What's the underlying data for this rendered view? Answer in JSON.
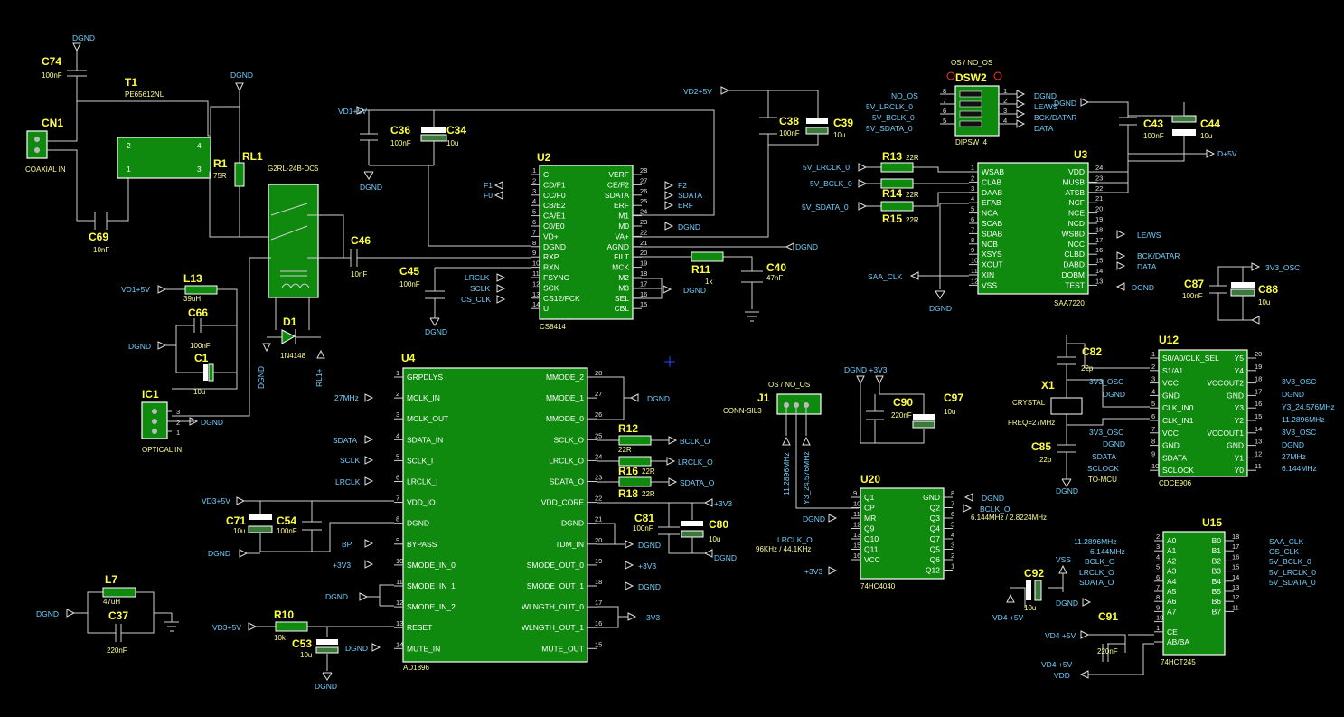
{
  "cs8414": {
    "ref": "U2",
    "part": "CS8414",
    "left_pins": [
      [
        "C",
        "1"
      ],
      [
        "CD/F1",
        "2"
      ],
      [
        "CC/F0",
        "3"
      ],
      [
        "CB/E2",
        "4"
      ],
      [
        "CA/E1",
        "5"
      ],
      [
        "C0/E0",
        "6"
      ],
      [
        "VD+",
        "7"
      ],
      [
        "DGND",
        "8"
      ],
      [
        "RXP",
        "9"
      ],
      [
        "RXN",
        "10"
      ],
      [
        "FSYNC",
        "11"
      ],
      [
        "SCK",
        "12"
      ],
      [
        "CS12/FCK",
        "13"
      ],
      [
        "U",
        "14"
      ]
    ],
    "right_pins": [
      [
        "VERF",
        "28"
      ],
      [
        "CE/F2",
        "27"
      ],
      [
        "SDATA",
        "26"
      ],
      [
        "ERF",
        "25"
      ],
      [
        "M1",
        "24"
      ],
      [
        "M0",
        "23"
      ],
      [
        "VA+",
        "22"
      ],
      [
        "AGND",
        "21"
      ],
      [
        "FILT",
        "20"
      ],
      [
        "MCK",
        "19"
      ],
      [
        "M2",
        "18"
      ],
      [
        "M3",
        "17"
      ],
      [
        "SEL",
        "16"
      ],
      [
        "CBL",
        "15"
      ]
    ]
  },
  "saa7220": {
    "ref": "U3",
    "part": "SAA7220",
    "left_pins": [
      [
        "WSAB",
        "1"
      ],
      [
        "CLAB",
        "2"
      ],
      [
        "DAAB",
        "3"
      ],
      [
        "EFAB",
        "4"
      ],
      [
        "NCA",
        "5"
      ],
      [
        "SCAB",
        "6"
      ],
      [
        "SDAB",
        "7"
      ],
      [
        "NCB",
        "8"
      ],
      [
        "XSYS",
        "9"
      ],
      [
        "XOUT",
        "10"
      ],
      [
        "XIN",
        "11"
      ],
      [
        "VSS",
        "12"
      ]
    ],
    "right_pins": [
      [
        "VDD",
        "24"
      ],
      [
        "MUSB",
        "23"
      ],
      [
        "ATSB",
        "22"
      ],
      [
        "NCF",
        "21"
      ],
      [
        "NCE",
        "20"
      ],
      [
        "NCD",
        "19"
      ],
      [
        "WSBD",
        "18"
      ],
      [
        "NCC",
        "17"
      ],
      [
        "CLBD",
        "16"
      ],
      [
        "DABD",
        "15"
      ],
      [
        "DOBM",
        "14"
      ],
      [
        "TEST",
        "13"
      ]
    ]
  },
  "ad1896": {
    "ref": "U4",
    "part": "AD1896",
    "left_pins": [
      [
        "GRPDLYS",
        "1"
      ],
      [
        "MCLK_IN",
        "2"
      ],
      [
        "MCLK_OUT",
        "3"
      ],
      [
        "SDATA_IN",
        "4"
      ],
      [
        "SCLK_I",
        "5"
      ],
      [
        "LRCLK_I",
        "6"
      ],
      [
        "VDD_IO",
        "7"
      ],
      [
        "DGND",
        "8"
      ],
      [
        "BYPASS",
        "9"
      ],
      [
        "SMODE_IN_0",
        "10"
      ],
      [
        "SMODE_IN_1",
        "11"
      ],
      [
        "SMODE_IN_2",
        "12"
      ],
      [
        "RESET",
        "13"
      ],
      [
        "MUTE_IN",
        "14"
      ]
    ],
    "right_pins": [
      [
        "MMODE_2",
        "28"
      ],
      [
        "MMODE_1",
        "27"
      ],
      [
        "MMODE_0",
        "26"
      ],
      [
        "SCLK_O",
        "25"
      ],
      [
        "LRCLK_O",
        "24"
      ],
      [
        "SDATA_O",
        "23"
      ],
      [
        "VDD_CORE",
        "22"
      ],
      [
        "DGND",
        "21"
      ],
      [
        "TDM_IN",
        "20"
      ],
      [
        "SMODE_OUT_0",
        "19"
      ],
      [
        "SMODE_OUT_1",
        "18"
      ],
      [
        "WLNGTH_OUT_0",
        "17"
      ],
      [
        "WLNGTH_OUT_1",
        "16"
      ],
      [
        "MUTE_OUT",
        "15"
      ]
    ]
  },
  "cdce906": {
    "ref": "U12",
    "part": "CDCE906",
    "left_pins": [
      [
        "S0/A0/CLK_SEL",
        "1"
      ],
      [
        "S1/A1",
        "2"
      ],
      [
        "VCC",
        "3"
      ],
      [
        "GND",
        "4"
      ],
      [
        "CLK_IN0",
        "5"
      ],
      [
        "CLK_IN1",
        "6"
      ],
      [
        "VCC",
        "7"
      ],
      [
        "GND",
        "8"
      ],
      [
        "SDATA",
        "9"
      ],
      [
        "SCLOCK",
        "10"
      ]
    ],
    "right_pins": [
      [
        "Y5",
        "20"
      ],
      [
        "Y4",
        "19"
      ],
      [
        "VCCOUT2",
        "18"
      ],
      [
        "GND",
        "17"
      ],
      [
        "Y3",
        "16"
      ],
      [
        "Y2",
        "15"
      ],
      [
        "VCCOUT1",
        "14"
      ],
      [
        "GND",
        "13"
      ],
      [
        "Y1",
        "12"
      ],
      [
        "Y0",
        "11"
      ]
    ]
  },
  "hc4040": {
    "ref": "U20",
    "part": "74HC4040",
    "left_pins": [
      [
        "Q1",
        "9"
      ],
      [
        "CP",
        "10"
      ],
      [
        "MR",
        "11"
      ],
      [
        "Q9",
        "12"
      ],
      [
        "Q10",
        "13"
      ],
      [
        "Q11",
        "15"
      ],
      [
        "VCC",
        "16"
      ]
    ],
    "right_pins": [
      [
        "GND",
        "8"
      ],
      [
        "Q2",
        "7"
      ],
      [
        "Q3",
        "6"
      ],
      [
        "Q4",
        "5"
      ],
      [
        "Q7",
        "4"
      ],
      [
        "Q5",
        "3"
      ],
      [
        "Q6",
        "2"
      ],
      [
        "Q12",
        "1"
      ]
    ]
  },
  "hct245": {
    "ref": "U15",
    "part": "74HCT245",
    "left_pins": [
      [
        "A0",
        "2"
      ],
      [
        "A1",
        "3"
      ],
      [
        "A2",
        "4"
      ],
      [
        "A3",
        "5"
      ],
      [
        "A4",
        "6"
      ],
      [
        "A5",
        "7"
      ],
      [
        "A6",
        "8"
      ],
      [
        "A7",
        "9"
      ],
      [
        "",
        "19"
      ],
      [
        "CE",
        "1"
      ],
      [
        "AB/BA",
        ""
      ]
    ],
    "right_pins": [
      [
        "B0",
        "18"
      ],
      [
        "B1",
        "17"
      ],
      [
        "B2",
        "16"
      ],
      [
        "B3",
        "15"
      ],
      [
        "B4",
        "14"
      ],
      [
        "B5",
        "13"
      ],
      [
        "B6",
        "12"
      ],
      [
        "B7",
        "11"
      ]
    ]
  },
  "labels": {
    "CN1": "CN1",
    "coaxial_in": "COAXIAL IN",
    "T1": "T1",
    "t1_val": "PE65612NL",
    "C74": "C74",
    "c74_val": "100nF",
    "DGND": "DGND",
    "C69": "C69",
    "c69_val": "10nF",
    "R1": "R1",
    "r1_val": "75R",
    "RL1": "RL1",
    "rl1_val": "G2RL-24B-DC5",
    "D1": "D1",
    "d1_val": "1N4148",
    "RL1P": "RL1+",
    "L13": "L13",
    "l13_val": "39uH",
    "C66": "C66",
    "c66_val": "100nF",
    "C1": "C1",
    "c1_val": "10u",
    "IC1": "IC1",
    "optical_in": "OPTICAL IN",
    "VD1": "VD1+5V",
    "VD2": "VD2+5V",
    "VD3": "VD3+5V",
    "C36": "C36",
    "c36_val": "100nF",
    "C34": "C34",
    "c34_val": "10u",
    "C46": "C46",
    "c46_val": "10nF",
    "C45": "C45",
    "c45_val": "100nF",
    "C38": "C38",
    "c38_val": "100nF",
    "C39": "C39",
    "c39_val": "10u",
    "R11": "R11",
    "r11_val": "1k",
    "C40": "C40",
    "c40_val": "47nF",
    "F1": "F1",
    "F0": "F0",
    "F2": "F2",
    "SDATA": "SDATA",
    "ERF": "ERF",
    "LRCLK": "LRCLK",
    "SCLK": "SCLK",
    "CS_CLK": "CS_CLK",
    "os": "OS / NO_OS",
    "DSW2": "DSW2",
    "dsw_val": "DIPSW_4",
    "NO_OS": "NO_OS",
    "V5_LRCLK": "5V_LRCLK_0",
    "V5_BCLK": "5V_BCLK_0",
    "V5_SDATA": "5V_SDATA_0",
    "LEWS": "LE/WS",
    "BCKDATAR": "BCK/DATAR",
    "DATA": "DATA",
    "C43": "C43",
    "c43_val": "100nF",
    "C44": "C44",
    "c44_val": "10u",
    "D5V": "D+5V",
    "R13": "R13",
    "r13_val": "22R",
    "R14": "R14",
    "r14_val": "22R",
    "R15": "R15",
    "r15_val": "22R",
    "SAA_CLK": "SAA_CLK",
    "C87": "C87",
    "c87_val": "100nF",
    "C88": "C88",
    "c88_val": "10u",
    "V3_OSC": "3V3_OSC",
    "C82": "C82",
    "c82_val": "22p",
    "X1": "X1",
    "crystal": "CRYSTAL",
    "freq": "FREQ=27MHz",
    "C85": "C85",
    "c85_val": "22p",
    "TO_MCU": "TO-MCU",
    "SCLOCK": "SCLOCK",
    "Y3_24": "Y3_24.576MHz",
    "m112": "11.2896MHz",
    "m27": "27MHz",
    "m6144": "6.144MHz",
    "J1": "J1",
    "j1_val": "CONN-SIL3",
    "Y3_24r": "Y3_24.576MHz",
    "m112r": "11.2896MHz",
    "DGND3V3": "DGND +3V3",
    "C90": "C90",
    "c90_val": "220nF",
    "C97": "C97",
    "c97_val": "10u",
    "BCLK_O": "BCLK_O",
    "LRCLK_O": "LRCLK_O",
    "SDATA_O": "SDATA_O",
    "R12": "R12",
    "r12_val": "22R",
    "R16": "R16",
    "r16_val": "22R",
    "R18": "R18",
    "r18_val": "22R",
    "C81": "C81",
    "c81_val": "100nF",
    "C80": "C80",
    "c80_val": "10u",
    "V33": "+3V3",
    "C71": "C71",
    "c71_val": "10u",
    "C54": "C54",
    "c54_val": "100nF",
    "BP": "BP",
    "R10": "R10",
    "r10_val": "10k",
    "C53": "C53",
    "c53_val": "10u",
    "L7": "L7",
    "l7_val": "47uH",
    "C37": "C37",
    "c37_val": "220nF",
    "div_out": "6.144MHz / 2.8224MHz",
    "rate": "96KHz / 44.1KHz",
    "C92": "C92",
    "c92_val": "10u",
    "VSS": "VSS",
    "VD4": "VD4 +5V",
    "C91": "C91",
    "c91_val": "220nF",
    "VDD": "VDD",
    "SAA_CLK_o": "SAA_CLK",
    "CS_CLK_o": "CS_CLK"
  }
}
